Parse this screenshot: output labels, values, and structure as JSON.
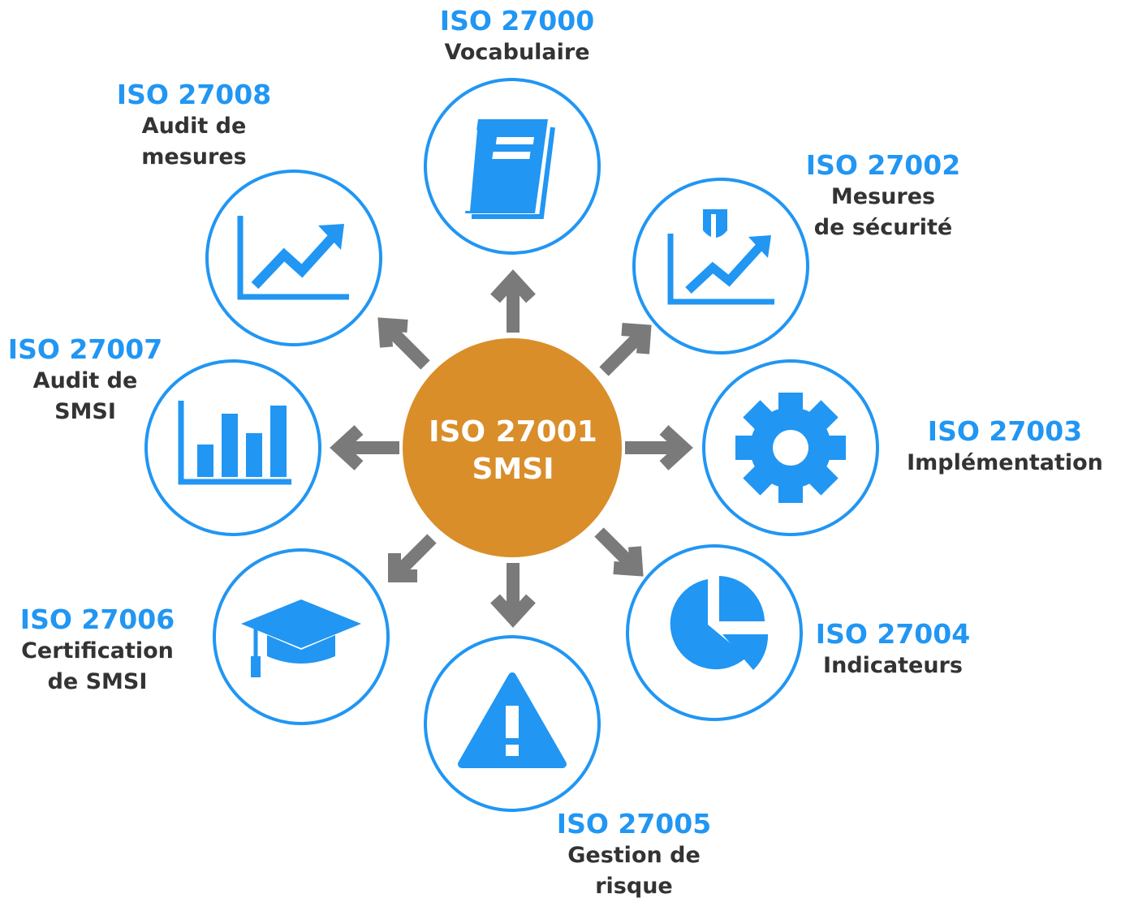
{
  "center": {
    "line1": "ISO 27001",
    "line2": "SMSI"
  },
  "nodes": [
    {
      "id": "27000",
      "code": "ISO 27000",
      "desc": [
        "Vocabulaire"
      ],
      "icon": "book-icon"
    },
    {
      "id": "27002",
      "code": "ISO 27002",
      "desc": [
        "Mesures",
        "de sécurité"
      ],
      "icon": "shield-chart-icon"
    },
    {
      "id": "27003",
      "code": "ISO 27003",
      "desc": [
        "Implémentation"
      ],
      "icon": "gear-icon"
    },
    {
      "id": "27004",
      "code": "ISO 27004",
      "desc": [
        "Indicateurs"
      ],
      "icon": "pie-chart-icon"
    },
    {
      "id": "27005",
      "code": "ISO 27005",
      "desc": [
        "Gestion de",
        "risque"
      ],
      "icon": "warning-icon"
    },
    {
      "id": "27006",
      "code": "ISO 27006",
      "desc": [
        "Certification",
        "de SMSI"
      ],
      "icon": "graduation-cap-icon"
    },
    {
      "id": "27007",
      "code": "ISO 27007",
      "desc": [
        "Audit de",
        "SMSI"
      ],
      "icon": "bar-chart-icon"
    },
    {
      "id": "27008",
      "code": "ISO 27008",
      "desc": [
        "Audit de",
        "mesures"
      ],
      "icon": "trend-chart-icon"
    }
  ],
  "colors": {
    "accent": "#2196F3",
    "center": "#D98E2A",
    "arrow": "#7A7A7A",
    "text": "#333333"
  }
}
